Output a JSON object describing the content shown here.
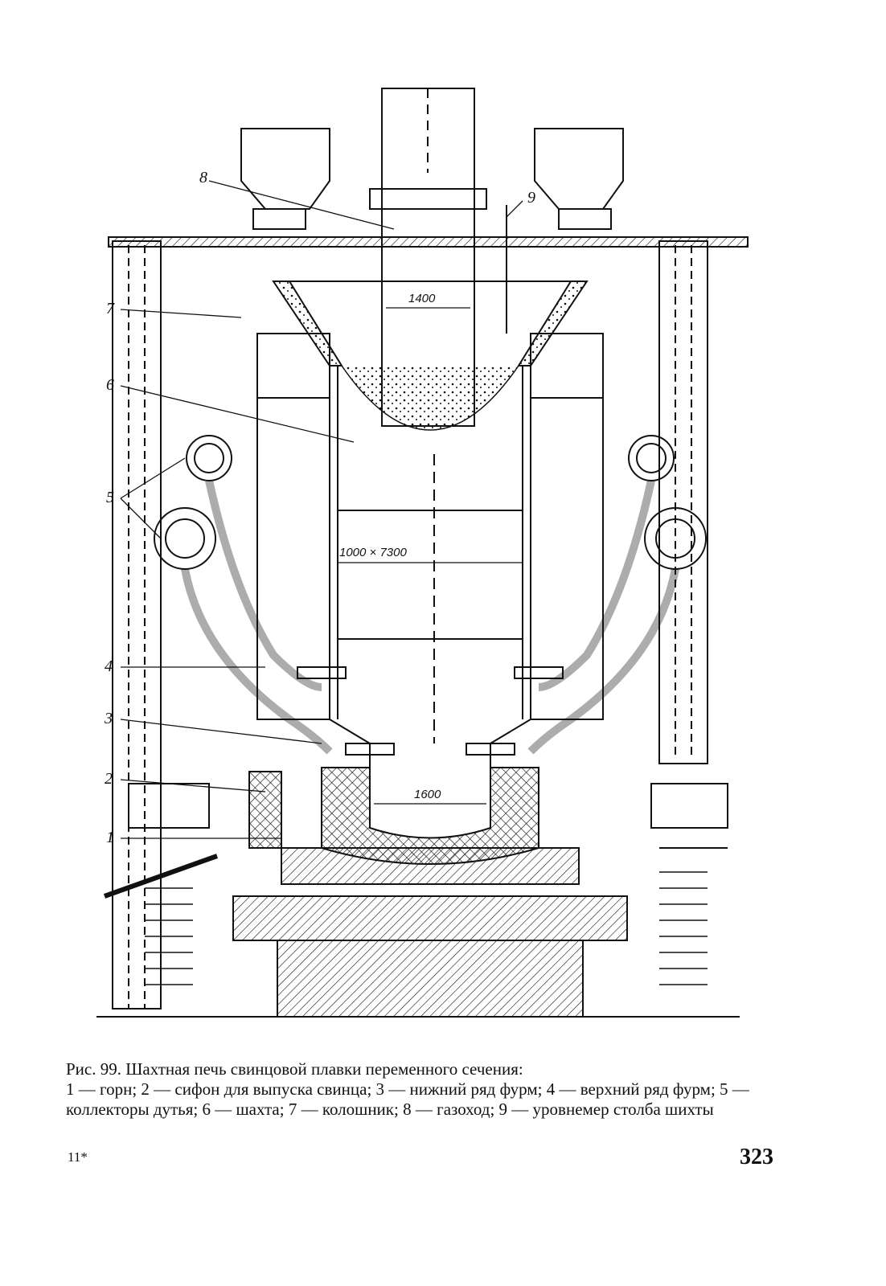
{
  "figure": {
    "callouts": [
      "1",
      "2",
      "3",
      "4",
      "5",
      "6",
      "7",
      "8",
      "9"
    ],
    "dimensions": {
      "top": "1400",
      "middle": "1000 × 7300",
      "bottom": "1600"
    }
  },
  "caption": {
    "title": "Рис. 99. Шахтная печь свинцовой плавки переменного сечения:",
    "body": "1 — горн; 2 — сифон для выпуска свинца; 3 — нижний ряд фурм; 4 — верхний ряд фурм; 5 — коллекторы дутья; 6 — шахта; 7 — колошник; 8 — газоход; 9 — уровнемер столба шихты"
  },
  "footer": {
    "signature_mark": "11*",
    "page_number": "323"
  }
}
